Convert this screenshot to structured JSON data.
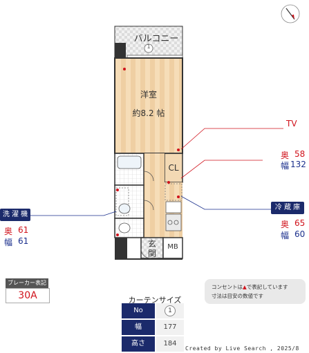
{
  "compass": {
    "icon": "compass-north-icon"
  },
  "rooms": {
    "balcony": "バルコニー",
    "balcony_marker": "1",
    "western_room": "洋室",
    "western_size": "約8.2 帖",
    "closet": "CL",
    "entrance_line1": "玄",
    "entrance_line2": "関",
    "meter_box": "MB"
  },
  "callouts": {
    "tv": "TV",
    "curtain_depth_label": "奥",
    "curtain_depth": "58",
    "curtain_width_label": "幅",
    "curtain_width": "132",
    "washer_title": "洗 濯 機",
    "washer_depth_label": "奥",
    "washer_depth": "61",
    "washer_width_label": "幅",
    "washer_width": "61",
    "fridge_title": "冷 蔵 庫",
    "fridge_depth_label": "奥",
    "fridge_depth": "65",
    "fridge_width_label": "幅",
    "fridge_width": "60"
  },
  "breaker": {
    "title": "ブレーカー表記",
    "value": "30A"
  },
  "note": {
    "line1_pre": "コンセントは",
    "line1_post": "で表記しています",
    "line2": "寸法は目安の数値です",
    "outlet_color": "#d0121b"
  },
  "curtain_table": {
    "title": "カーテンサイズ",
    "rows": [
      {
        "label": "No",
        "value": "1"
      },
      {
        "label": "幅",
        "value": "177"
      },
      {
        "label": "高さ",
        "value": "184"
      }
    ]
  },
  "footer": "Created by Live Search , 2025/8",
  "colors": {
    "navy": "#1b2a6b",
    "red": "#d0121b",
    "blue": "#1a2f8c",
    "floor": "#f3d9b4"
  }
}
